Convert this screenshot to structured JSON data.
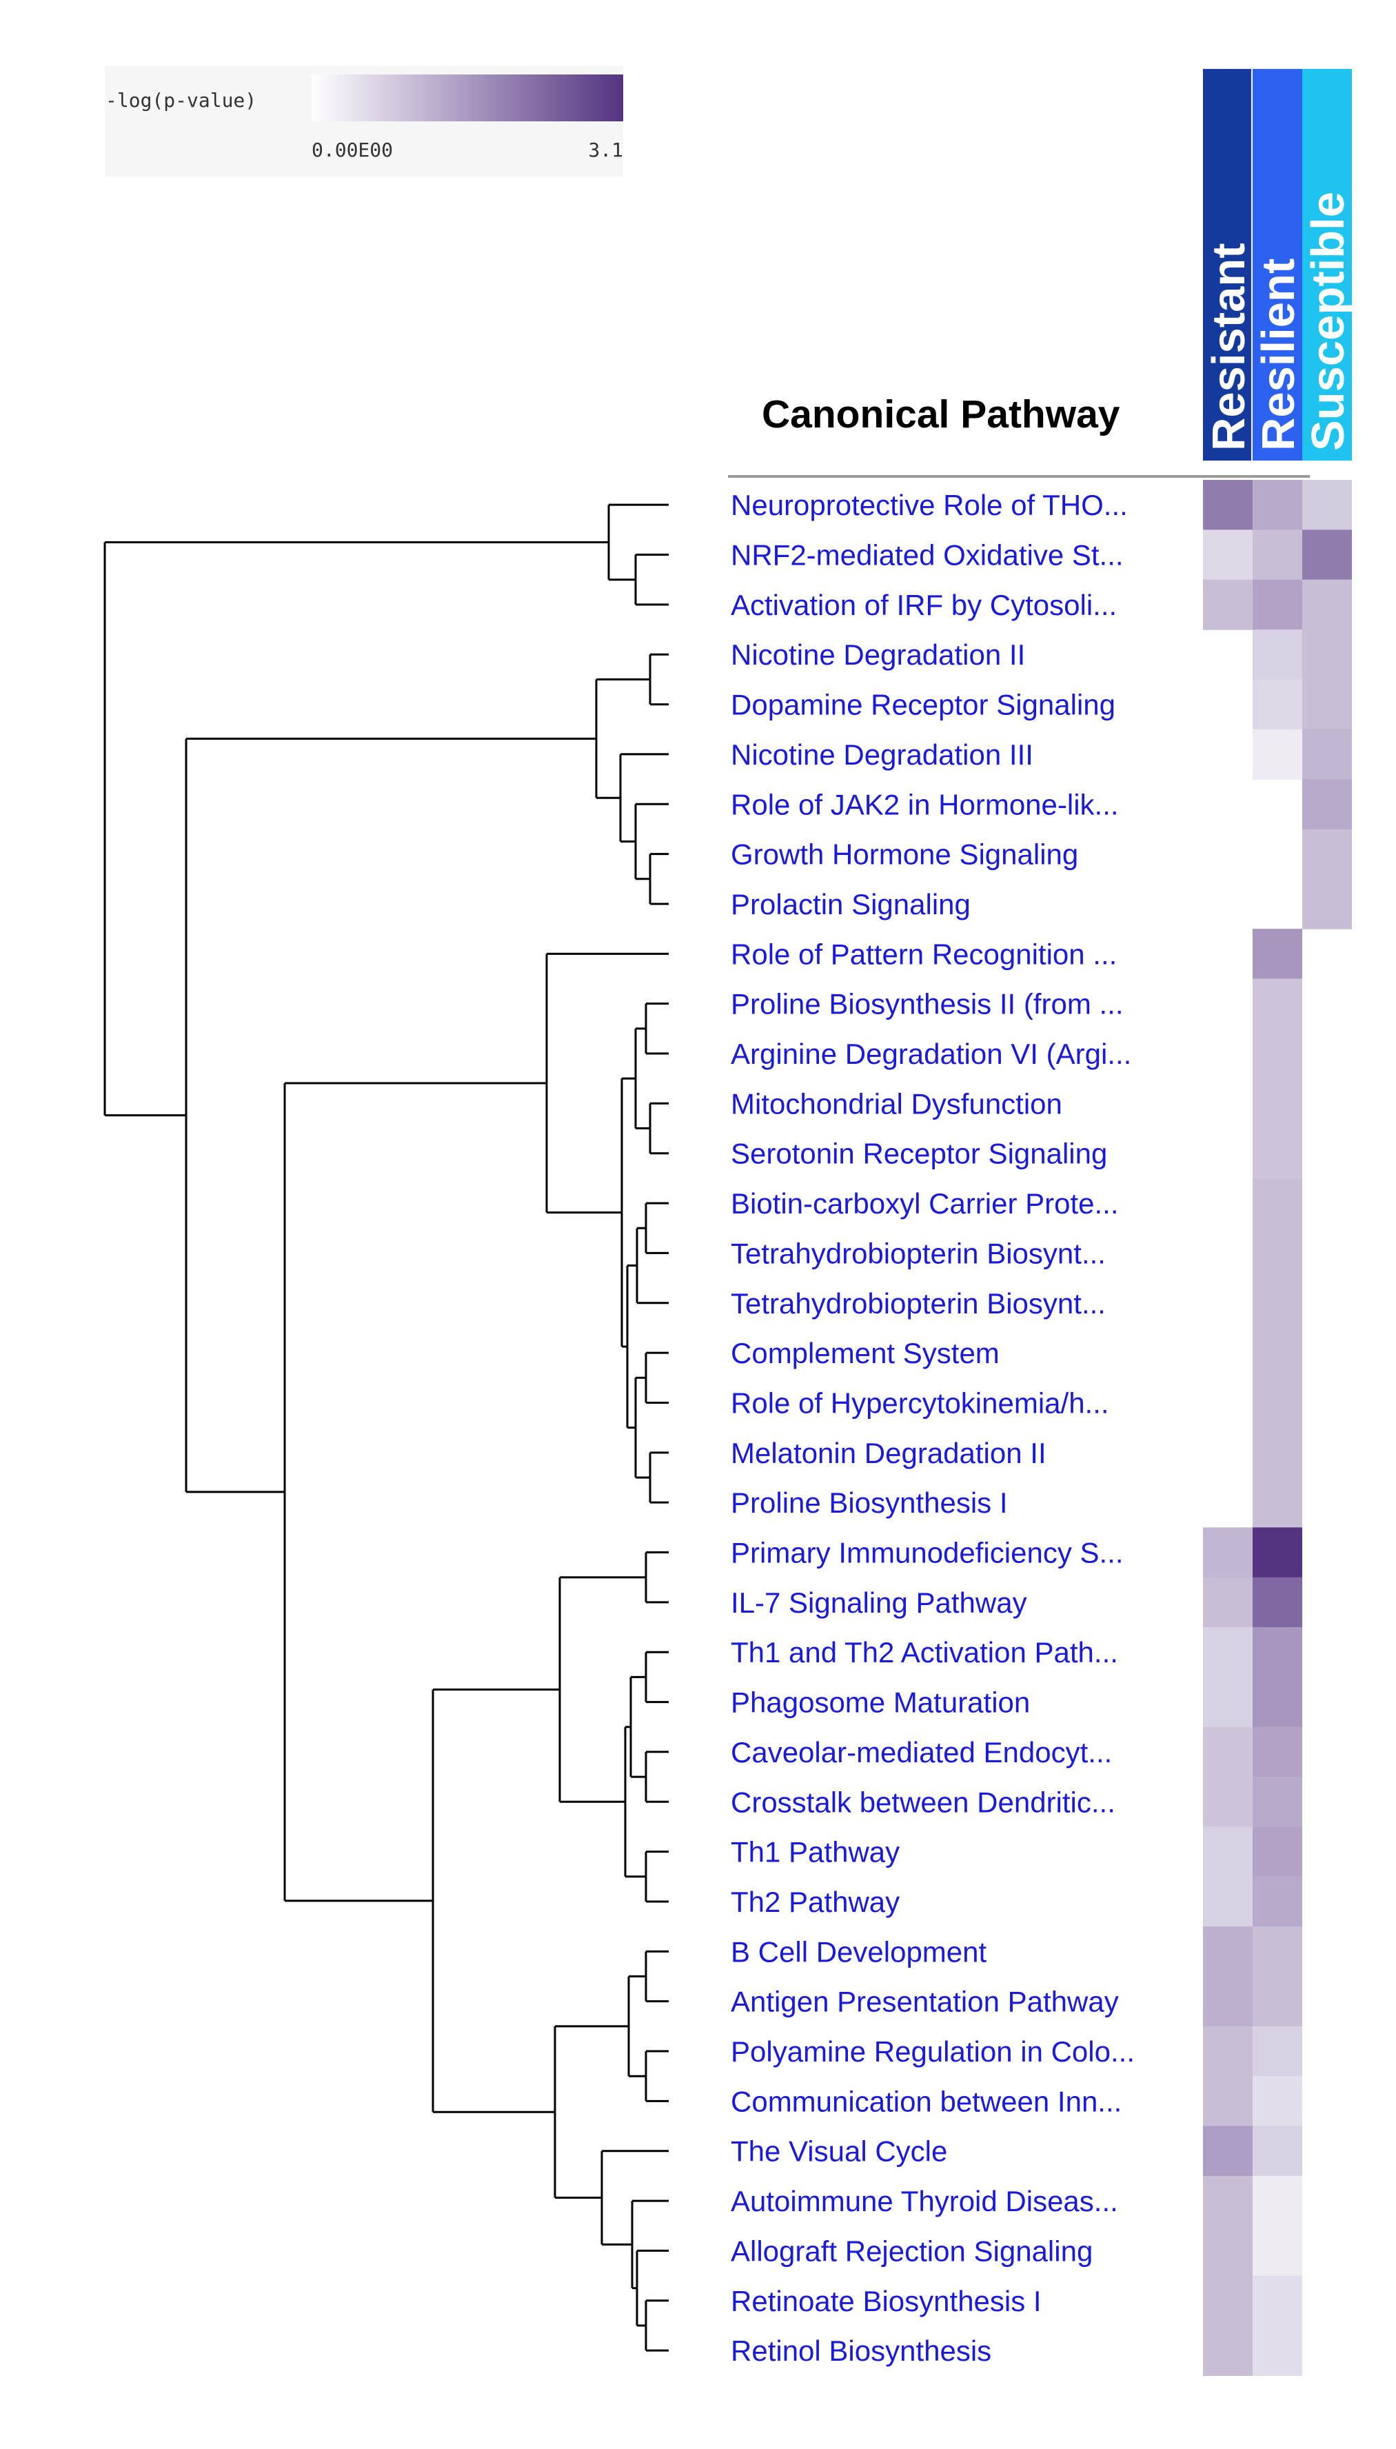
{
  "legend": {
    "title": "-log(p-value)",
    "min_label": "0.00E00",
    "max_label": "3.1",
    "min_value": 0,
    "max_value": 3.1,
    "low_color": "#ffffff",
    "high_color": "#543481"
  },
  "section_title": "Canonical Pathway",
  "chart_data": {
    "type": "heatmap",
    "color_scale_label": "-log(p-value)",
    "value_range": [
      0,
      3.1
    ],
    "columns": [
      {
        "name": "Resistant",
        "header_color": "#143a9e"
      },
      {
        "name": "Resilient",
        "header_color": "#2c62ef"
      },
      {
        "name": "Susceptible",
        "header_color": "#1fc4ee"
      }
    ],
    "rows": [
      {
        "label": "Neuroprotective Role of THO...",
        "values": [
          2.0,
          1.3,
          0.8
        ]
      },
      {
        "label": "NRF2-mediated Oxidative St...",
        "values": [
          0.6,
          1.0,
          2.0
        ]
      },
      {
        "label": "Activation of IRF by Cytosoli...",
        "values": [
          1.0,
          1.4,
          1.0
        ]
      },
      {
        "label": "Nicotine Degradation II",
        "values": [
          null,
          0.7,
          1.0
        ]
      },
      {
        "label": "Dopamine Receptor Signaling",
        "values": [
          null,
          0.6,
          1.0
        ]
      },
      {
        "label": "Nicotine Degradation III",
        "values": [
          null,
          0.3,
          1.1
        ]
      },
      {
        "label": "Role of JAK2 in Hormone-lik...",
        "values": [
          null,
          null,
          1.3
        ]
      },
      {
        "label": "Growth Hormone Signaling",
        "values": [
          null,
          null,
          1.0
        ]
      },
      {
        "label": "Prolactin Signaling",
        "values": [
          null,
          null,
          1.0
        ]
      },
      {
        "label": "Role of Pattern Recognition ...",
        "values": [
          null,
          1.6,
          null
        ]
      },
      {
        "label": "Proline Biosynthesis II (from ...",
        "values": [
          null,
          0.9,
          null
        ]
      },
      {
        "label": "Arginine Degradation VI (Argi...",
        "values": [
          null,
          0.9,
          null
        ]
      },
      {
        "label": "Mitochondrial Dysfunction",
        "values": [
          null,
          0.9,
          null
        ]
      },
      {
        "label": "Serotonin Receptor Signaling",
        "values": [
          null,
          0.9,
          null
        ]
      },
      {
        "label": "Biotin-carboxyl Carrier Prote...",
        "values": [
          null,
          1.0,
          null
        ]
      },
      {
        "label": "Tetrahydrobiopterin Biosynt...",
        "values": [
          null,
          1.0,
          null
        ]
      },
      {
        "label": "Tetrahydrobiopterin Biosynt...",
        "values": [
          null,
          1.0,
          null
        ]
      },
      {
        "label": "Complement System",
        "values": [
          null,
          1.0,
          null
        ]
      },
      {
        "label": "Role of Hypercytokinemia/h...",
        "values": [
          null,
          1.0,
          null
        ]
      },
      {
        "label": "Melatonin Degradation II",
        "values": [
          null,
          1.0,
          null
        ]
      },
      {
        "label": "Proline Biosynthesis I",
        "values": [
          null,
          1.0,
          null
        ]
      },
      {
        "label": "Primary Immunodeficiency S...",
        "values": [
          1.1,
          3.1,
          null
        ]
      },
      {
        "label": "IL-7 Signaling Pathway",
        "values": [
          1.0,
          2.3,
          null
        ]
      },
      {
        "label": "Th1 and Th2 Activation Path...",
        "values": [
          0.7,
          1.6,
          null
        ]
      },
      {
        "label": "Phagosome Maturation",
        "values": [
          0.7,
          1.6,
          null
        ]
      },
      {
        "label": "Caveolar-mediated Endocyt...",
        "values": [
          0.9,
          1.4,
          null
        ]
      },
      {
        "label": "Crosstalk between Dendritic...",
        "values": [
          0.9,
          1.3,
          null
        ]
      },
      {
        "label": "Th1 Pathway",
        "values": [
          0.7,
          1.4,
          null
        ]
      },
      {
        "label": "Th2 Pathway",
        "values": [
          0.7,
          1.3,
          null
        ]
      },
      {
        "label": "B Cell Development",
        "values": [
          1.2,
          1.0,
          null
        ]
      },
      {
        "label": "Antigen Presentation Pathway",
        "values": [
          1.2,
          1.0,
          null
        ]
      },
      {
        "label": "Polyamine Regulation in Colo...",
        "values": [
          1.0,
          0.7,
          null
        ]
      },
      {
        "label": "Communication between Inn...",
        "values": [
          1.0,
          0.5,
          null
        ]
      },
      {
        "label": "The Visual Cycle",
        "values": [
          1.5,
          0.7,
          null
        ]
      },
      {
        "label": "Autoimmune Thyroid Diseas...",
        "values": [
          1.0,
          0.3,
          null
        ]
      },
      {
        "label": "Allograft Rejection Signaling",
        "values": [
          1.0,
          0.3,
          null
        ]
      },
      {
        "label": "Retinoate Biosynthesis I",
        "values": [
          1.0,
          0.5,
          null
        ]
      },
      {
        "label": "Retinol Biosynthesis",
        "values": [
          1.0,
          0.5,
          null
        ]
      }
    ]
  }
}
